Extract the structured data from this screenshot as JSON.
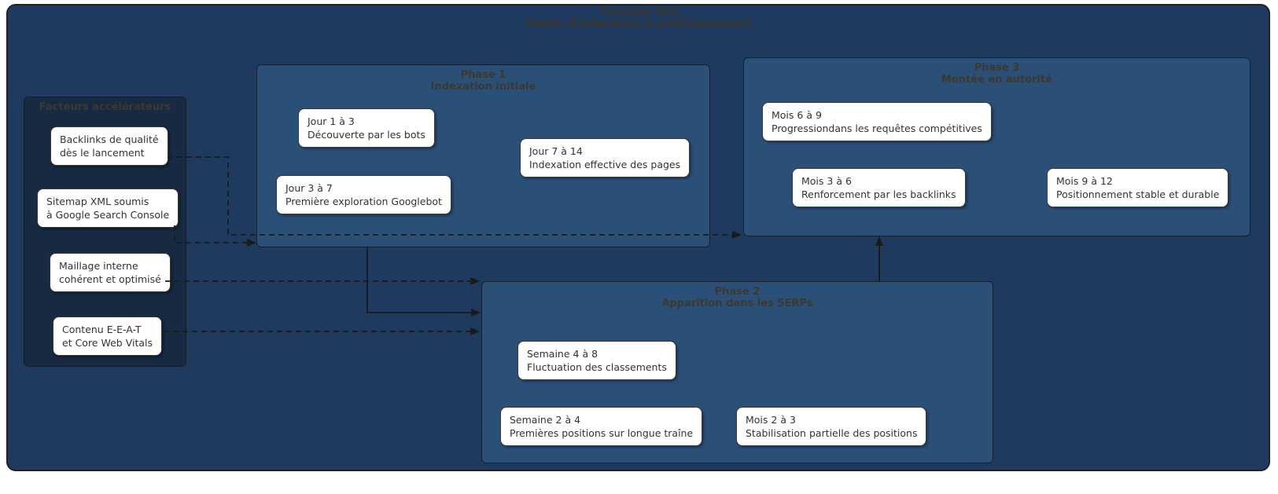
{
  "diagram": {
    "title": "Timeline SEO",
    "subtitle": "Délais d'indexation & positionnement"
  },
  "factors": {
    "title": "Facteurs accélérateurs",
    "items": [
      {
        "line1": "Backlinks de qualité",
        "line2": "dès le lancement"
      },
      {
        "line1": "Sitemap XML soumis",
        "line2": "à Google Search Console"
      },
      {
        "line1": "Maillage interne",
        "line2": "cohérent et optimisé"
      },
      {
        "line1": "Contenu E-E-A-T",
        "line2": "et Core Web Vitals"
      }
    ]
  },
  "phases": [
    {
      "title": "Phase 1",
      "subtitle": "Indexation initiale",
      "cards": [
        {
          "period": "Jour 1 à 3",
          "label": "Découverte par les bots"
        },
        {
          "period": "Jour 3 à 7",
          "label": "Première exploration Googlebot"
        },
        {
          "period": "Jour 7 à 14",
          "label": "Indexation effective des pages"
        }
      ]
    },
    {
      "title": "Phase 2",
      "subtitle": "Apparition dans les SERPs",
      "cards": [
        {
          "period": "Semaine 4 à 8",
          "label": "Fluctuation des classements"
        },
        {
          "period": "Semaine 2 à 4",
          "label": "Premières positions sur longue traîne"
        },
        {
          "period": "Mois 2 à 3",
          "label": "Stabilisation partielle des positions"
        }
      ]
    },
    {
      "title": "Phase 3",
      "subtitle": "Montée en autorité",
      "cards": [
        {
          "period": "Mois 6 à 9",
          "label": "Progressiondans les requêtes compétitives"
        },
        {
          "period": "Mois 3 à 6",
          "label": "Renforcement par les backlinks"
        },
        {
          "period": "Mois 9 à 12",
          "label": "Positionnement stable et durable"
        }
      ]
    }
  ],
  "connectors": [
    {
      "from": "Backlinks de qualité",
      "to": "Phase 3",
      "style": "dashed"
    },
    {
      "from": "Sitemap XML soumis",
      "to": "Phase 1",
      "style": "dashed"
    },
    {
      "from": "Maillage interne",
      "to": "Phase 2",
      "style": "dashed"
    },
    {
      "from": "Contenu E-E-A-T",
      "to": "Phase 2",
      "style": "dashed"
    },
    {
      "from": "Phase 1",
      "to": "Phase 2",
      "style": "solid"
    },
    {
      "from": "Phase 2",
      "to": "Phase 3",
      "style": "solid"
    }
  ],
  "colors": {
    "page_background": "#ffffff",
    "canvas_background": "#1e3a5f",
    "phase_panel_background": "#2b5078",
    "factors_panel_background": "#172a42",
    "card_background": "#ffffff",
    "connector": "#1a1a1a",
    "heading_text": "#3c352b",
    "card_text": "#333333"
  }
}
